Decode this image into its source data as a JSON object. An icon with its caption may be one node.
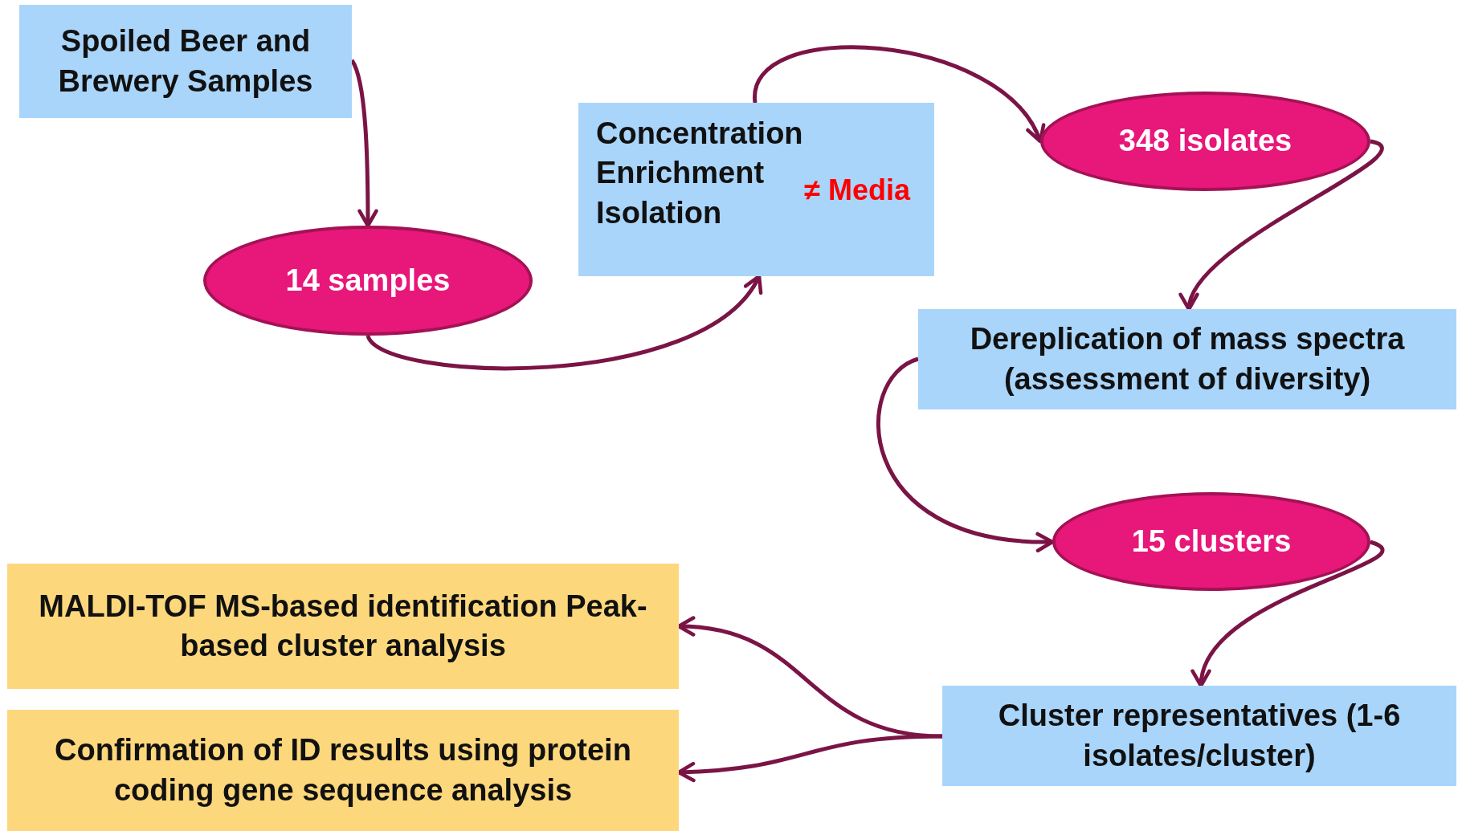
{
  "diagram": {
    "nodes": [
      {
        "text": [
          "Spoiled Beer and Brewery Samples"
        ]
      },
      {
        "text": [
          "14 samples"
        ]
      },
      {
        "text": [
          "Concentration Enrichment Isolation",
          "≠ Media"
        ]
      },
      {
        "text": [
          "348 isolates"
        ]
      },
      {
        "text": [
          "Dereplication of mass spectra (assessment of diversity)"
        ]
      },
      {
        "text": [
          "15 clusters"
        ]
      },
      {
        "text": [
          "Cluster representatives (1-6 isolates/cluster)"
        ]
      },
      {
        "text": [
          "MALDI-TOF MS-based identification Peak-based cluster analysis"
        ]
      },
      {
        "text": [
          "Confirmation of ID results using protein coding gene sequence analysis"
        ]
      }
    ],
    "edges": [
      {
        "from": 0,
        "to": 1,
        "arrow": "to"
      },
      {
        "from": 1,
        "to": 2,
        "arrow": "to"
      },
      {
        "from": 2,
        "to": 3,
        "arrow": "to"
      },
      {
        "from": 3,
        "to": 4,
        "arrow": "to"
      },
      {
        "from": 4,
        "to": 5,
        "arrow": "to"
      },
      {
        "from": 5,
        "to": 6,
        "arrow": "to"
      },
      {
        "from": 6,
        "to": 7,
        "arrow": "to"
      },
      {
        "from": 6,
        "to": 8,
        "arrow": "to"
      }
    ]
  }
}
